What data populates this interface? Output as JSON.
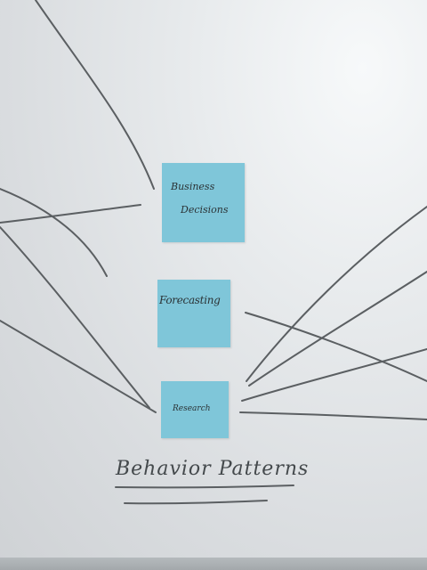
{
  "photo": {
    "notes": {
      "business": {
        "line1": "Business",
        "line2": "Decisions",
        "color": "#7fc6d9"
      },
      "forecasting": {
        "label": "Forecasting",
        "color": "#7fc6d9"
      },
      "research": {
        "label": "Research",
        "color": "#7fc6d9"
      }
    },
    "caption": "Behavior Patterns",
    "whiteboard_color": "#dfe2e4",
    "marker_color": "#5a5e61"
  }
}
